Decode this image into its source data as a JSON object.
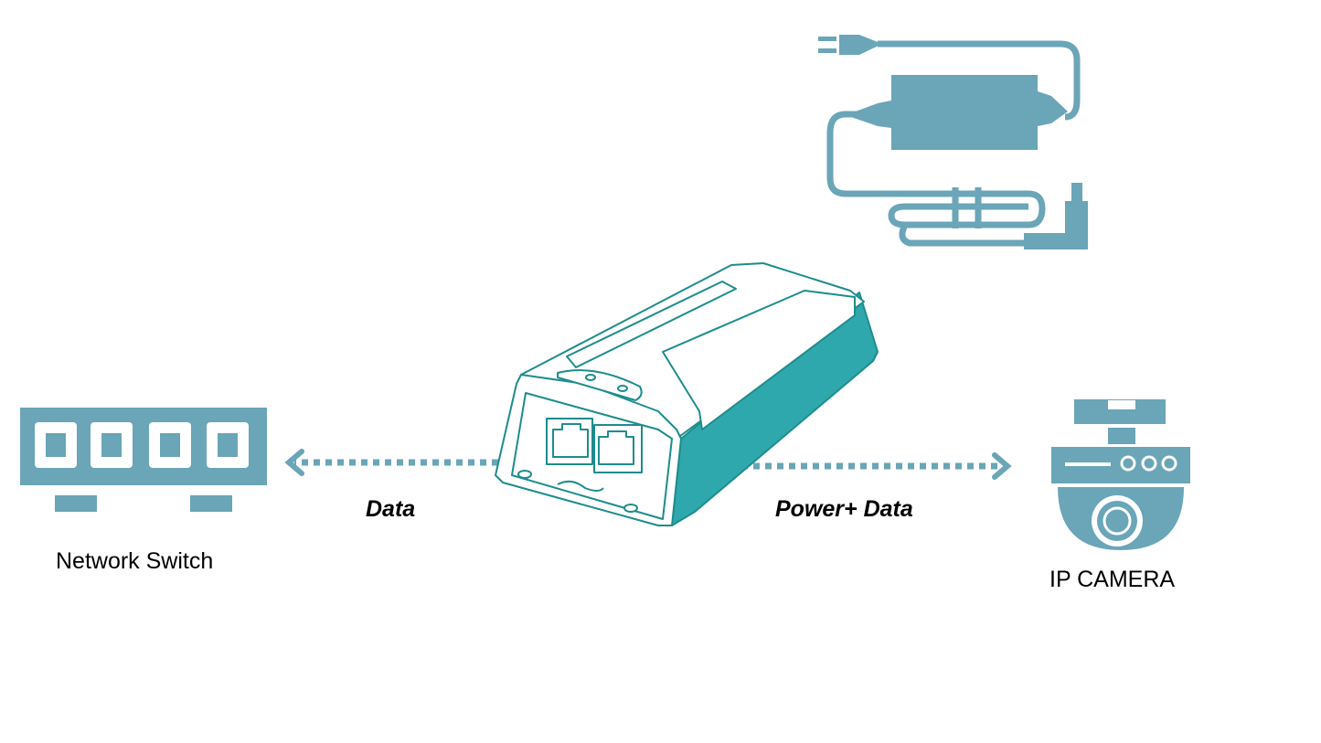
{
  "labels": {
    "network_switch": "Network Switch",
    "ip_camera": "IP CAMERA",
    "data": "Data",
    "power_data": "Power+ Data"
  },
  "colors": {
    "icon": "#6aa5b8",
    "device_teal": "#2ea8ad",
    "outline": "#1e8c8c",
    "arrow": "#6aa5b8"
  }
}
